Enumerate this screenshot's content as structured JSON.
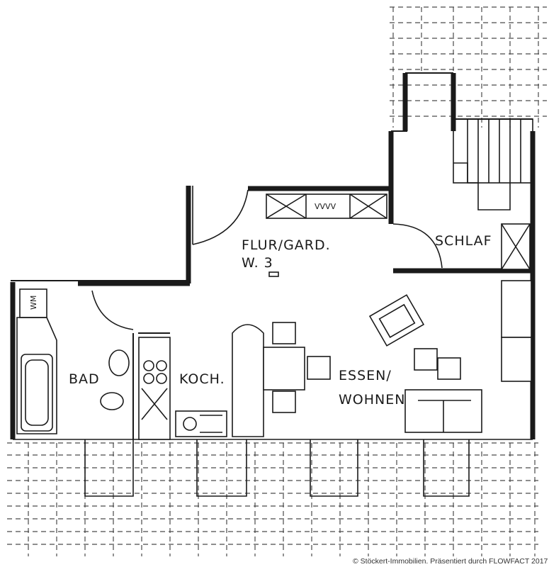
{
  "rooms": {
    "flur": "FLUR/GARD.",
    "unit": "W. 3",
    "schlaf": "SCHLAF",
    "bad": "BAD",
    "koch": "KOCH.",
    "essen_line1": "ESSEN/",
    "essen_line2": "WOHNEN"
  },
  "fixtures": {
    "washer": "WM",
    "wardrobe_hatch": "VVVV"
  },
  "footer": {
    "copyright": "© Stöckert-Immobilien. Präsentiert durch FLOWFACT 2017"
  },
  "colors": {
    "ink": "#1a1a1a",
    "paper": "#ffffff"
  }
}
